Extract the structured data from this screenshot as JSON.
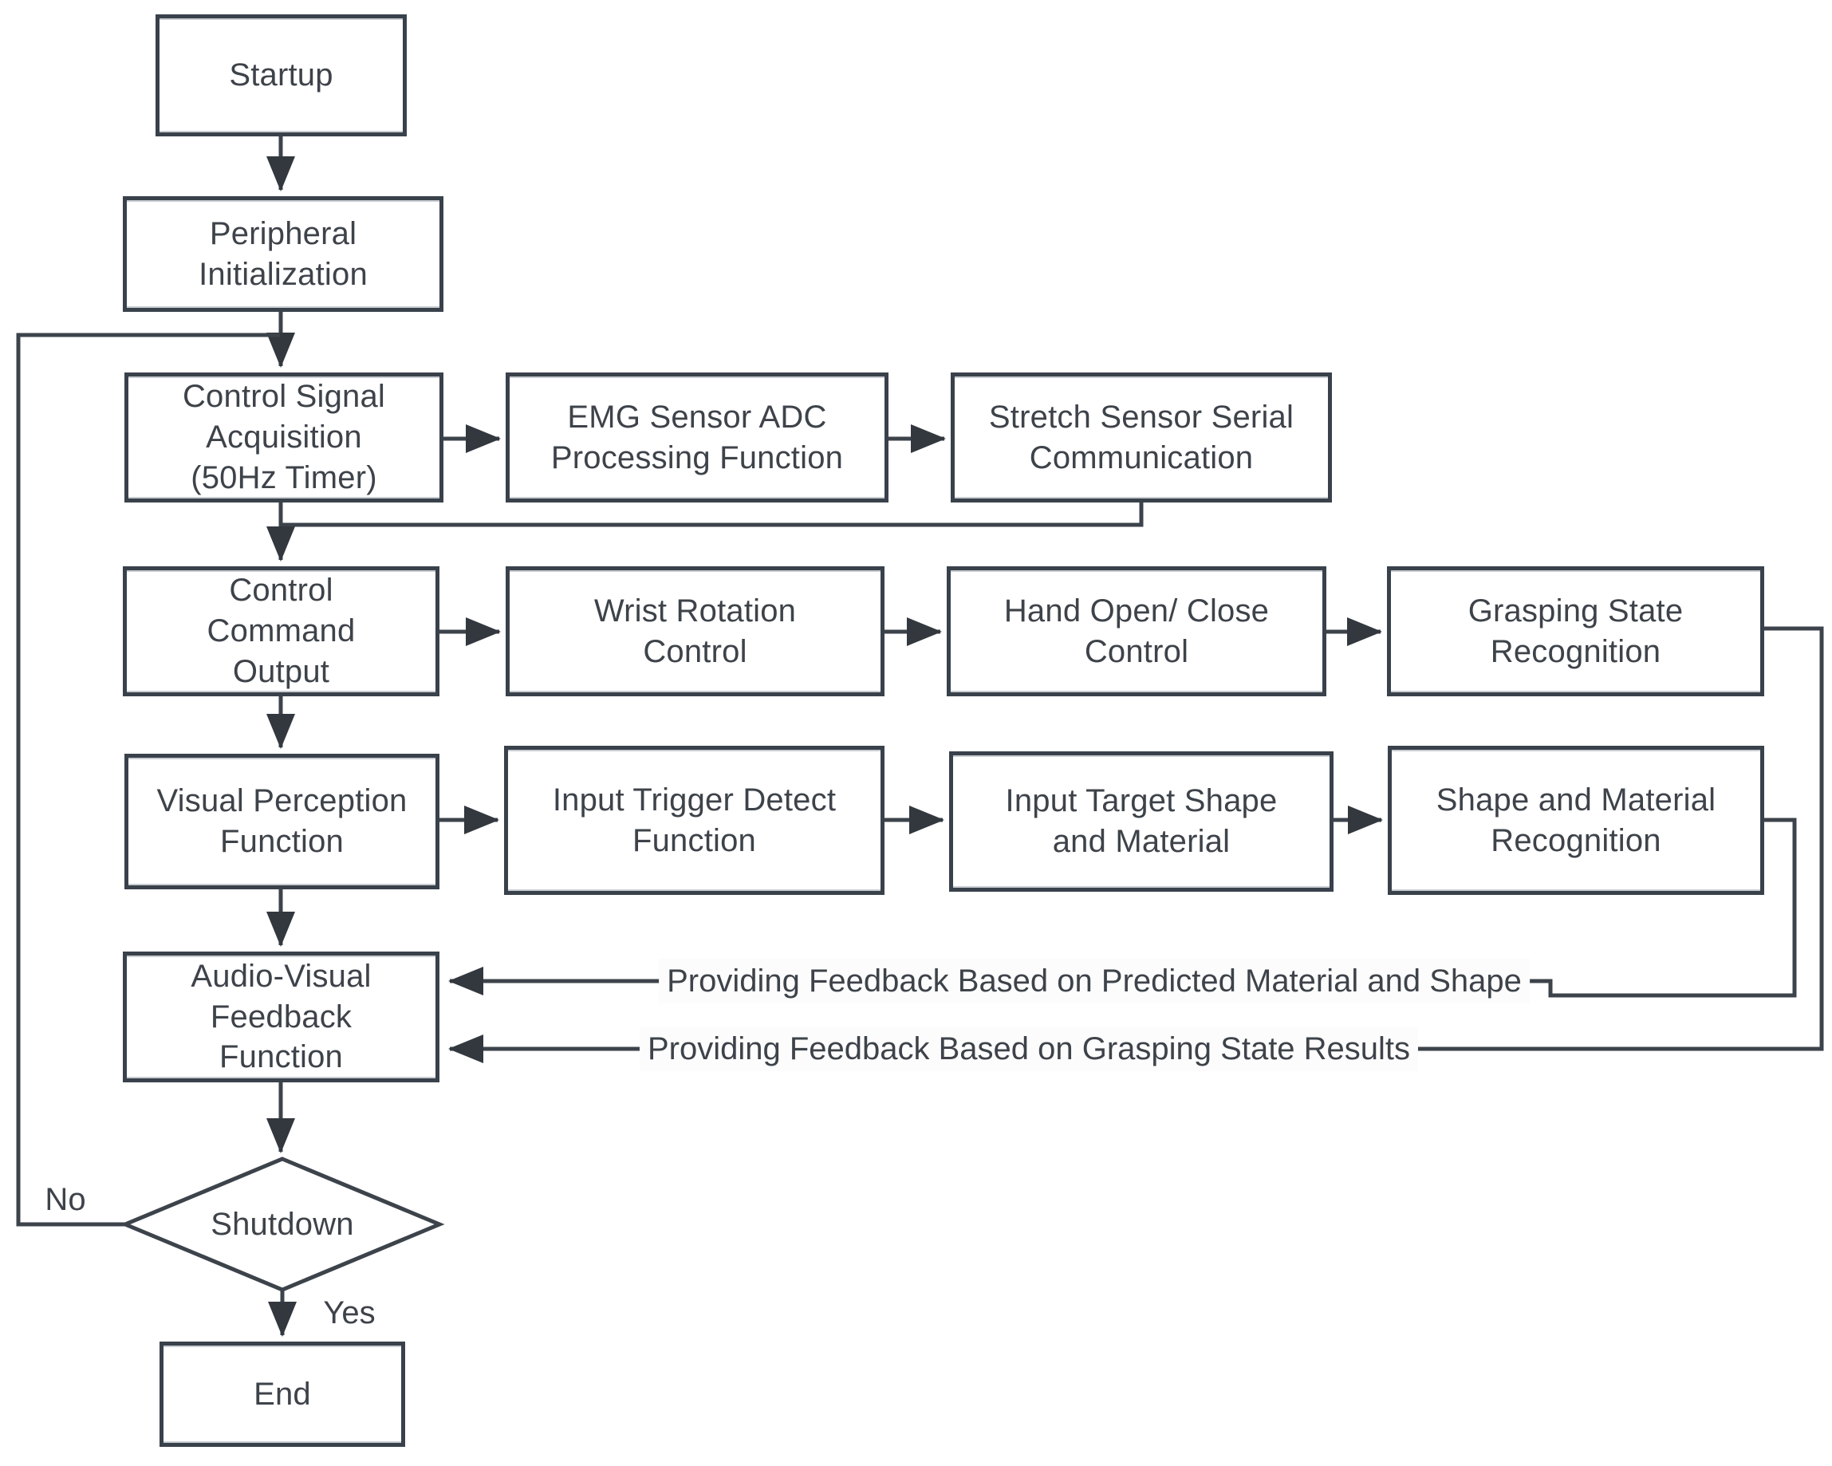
{
  "diagram": {
    "colors": {
      "background": "#ffffff",
      "line": "#3d434b",
      "box_border": "#39414b",
      "text": "#3e434a"
    },
    "nodes": {
      "startup": {
        "type": "process",
        "lines": [
          "Startup"
        ]
      },
      "peripheral": {
        "type": "process",
        "lines": [
          "Peripheral",
          "Initialization"
        ]
      },
      "ctrl_sig": {
        "type": "process",
        "lines": [
          "Control Signal",
          "Acquisition",
          "(50Hz Timer)"
        ]
      },
      "emg": {
        "type": "process",
        "lines": [
          "EMG Sensor ADC",
          "Processing Function"
        ]
      },
      "stretch": {
        "type": "process",
        "lines": [
          "Stretch Sensor Serial",
          "Communication"
        ]
      },
      "ctrl_cmd": {
        "type": "process",
        "lines": [
          "Control",
          "Command",
          "Output"
        ]
      },
      "wrist": {
        "type": "process",
        "lines": [
          "Wrist Rotation",
          "Control"
        ]
      },
      "hand": {
        "type": "process",
        "lines": [
          "Hand Open/ Close",
          "Control"
        ]
      },
      "grasp": {
        "type": "process",
        "lines": [
          "Grasping State",
          "Recognition"
        ]
      },
      "visual": {
        "type": "process",
        "lines": [
          "Visual Perception",
          "Function"
        ]
      },
      "trigger": {
        "type": "process",
        "lines": [
          "Input Trigger Detect",
          "Function"
        ]
      },
      "target": {
        "type": "process",
        "lines": [
          "Input Target Shape",
          "and Material"
        ]
      },
      "shape": {
        "type": "process",
        "lines": [
          "Shape and Material",
          "Recognition"
        ]
      },
      "audio": {
        "type": "process",
        "lines": [
          "Audio-Visual",
          "Feedback",
          "Function"
        ]
      },
      "shutdown": {
        "type": "decision",
        "lines": [
          "Shutdown"
        ]
      },
      "end": {
        "type": "process",
        "lines": [
          "End"
        ]
      }
    },
    "edge_labels": {
      "no": "No",
      "yes": "Yes",
      "feedback_predicted": "Providing Feedback Based on Predicted Material and Shape",
      "feedback_grasping": "Providing Feedback Based on Grasping State Results"
    }
  }
}
